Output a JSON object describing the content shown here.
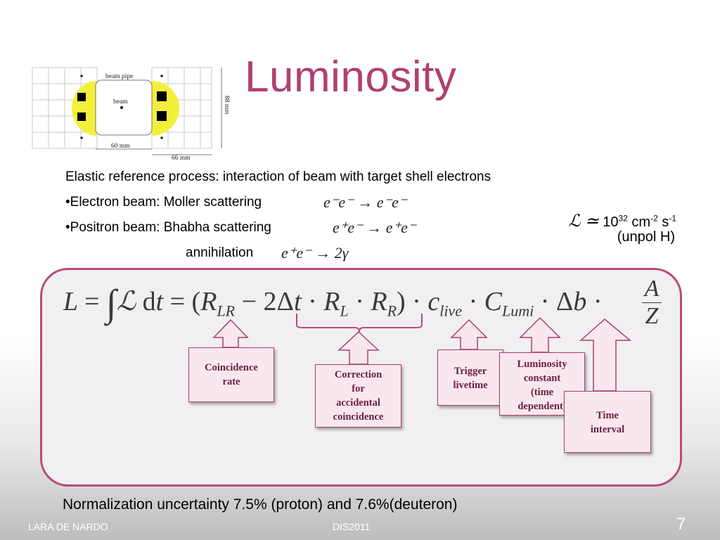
{
  "slide": {
    "title": "Luminosity",
    "page_number": "7",
    "footer_left": "LARA DE NARDO",
    "footer_center": "DIS2011"
  },
  "diagram": {
    "label_beam_pipe": "beam pipe",
    "label_beam": "beam",
    "label_60mm": "60 mm",
    "label_66mm": "66 mm",
    "label_88mm": "88 mm"
  },
  "bullets": {
    "intro": "Elastic reference process:  interaction of beam with target shell electrons",
    "electron": "•Electron beam: Moller scattering",
    "positron": "•Positron beam: Bhabha scattering",
    "annihilation": "annihilation"
  },
  "reactions": {
    "moller": "e⁻e⁻ → e⁻e⁻",
    "bhabha": "e⁺e⁻ → e⁺e⁻",
    "annihil": "e⁺e⁻ → 2γ"
  },
  "luminosity_value": {
    "symbol": "ℒ ≃",
    "base": "10",
    "exp": "32",
    "unit1": "cm",
    "unit1_exp": "-2",
    "unit2": "s",
    "unit2_exp": "-1",
    "note": "(unpol H)"
  },
  "callouts": {
    "coincidence": [
      "Coincidence",
      "rate"
    ],
    "correction": [
      "Correction",
      "for",
      "accidental",
      "coincidence"
    ],
    "trigger": [
      "Trigger",
      "livetime"
    ],
    "lumiconst": [
      "Luminosity",
      "constant",
      "(time",
      "dependent)"
    ],
    "time": [
      "Time",
      "interval"
    ]
  },
  "normalization": "Normalization uncertainty 7.5% (proton) and 7.6%(deuteron)",
  "colors": {
    "title": "#b0406f",
    "panel_border": "#b94a78",
    "callout_fill": "#f8e7ee",
    "callout_text": "#6a1f3e",
    "diagram_yellow": "#f4f03a"
  }
}
